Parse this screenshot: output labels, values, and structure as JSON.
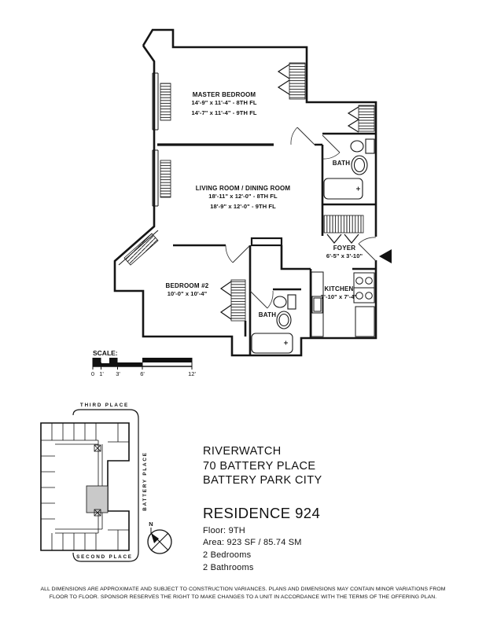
{
  "floor_plan": {
    "rooms": {
      "master_bedroom": {
        "name": "MASTER BEDROOM",
        "dim1": "14'-9\" x 11'-4\" - 8TH FL",
        "dim2": "14'-7\" x 11'-4\" - 9TH FL"
      },
      "living_room": {
        "name": "LIVING ROOM / DINING ROOM",
        "dim1": "18'-11\" x 12'-0\" - 8TH FL",
        "dim2": "18'-9\" x 12'-0\" - 9TH FL"
      },
      "bedroom_2": {
        "name": "BEDROOM #2",
        "dim1": "10'-0\" x 10'-4\""
      },
      "bath_upper": {
        "name": "BATH"
      },
      "bath_lower": {
        "name": "BATH"
      },
      "foyer": {
        "name": "FOYER",
        "dim1": "6'-5\" x 3'-10\""
      },
      "kitchen": {
        "name": "KITCHEN",
        "dim1": "7'-10\" x 7'-4\""
      }
    },
    "line_color": "#151515"
  },
  "scale_bar": {
    "label": "SCALE:",
    "ticks": [
      "0",
      "1'",
      "3'",
      "6'",
      "12'"
    ]
  },
  "site_plan": {
    "streets": {
      "top": "THIRD PLACE",
      "right": "BATTERY PLACE",
      "bottom": "SECOND PLACE"
    },
    "compass_north": "N",
    "highlight_color": "#c9c9c9"
  },
  "info": {
    "building": [
      "RIVERWATCH",
      "70 BATTERY PLACE",
      "BATTERY PARK CITY"
    ],
    "residence": "RESIDENCE 924",
    "details": [
      "Floor: 9TH",
      "Area: 923 SF / 85.74 SM",
      "2 Bedrooms",
      "2 Bathrooms"
    ]
  },
  "disclaimer": {
    "line1": "ALL DIMENSIONS ARE APPROXIMATE AND SUBJECT TO CONSTRUCTION VARIANCES.  PLANS AND DIMENSIONS MAY CONTAIN MINOR VARIATIONS FROM",
    "line2": "FLOOR TO FLOOR.  SPONSOR RESERVES THE RIGHT TO MAKE CHANGES TO A UNIT IN ACCORDANCE  WITH THE TERMS OF THE OFFERING PLAN."
  }
}
